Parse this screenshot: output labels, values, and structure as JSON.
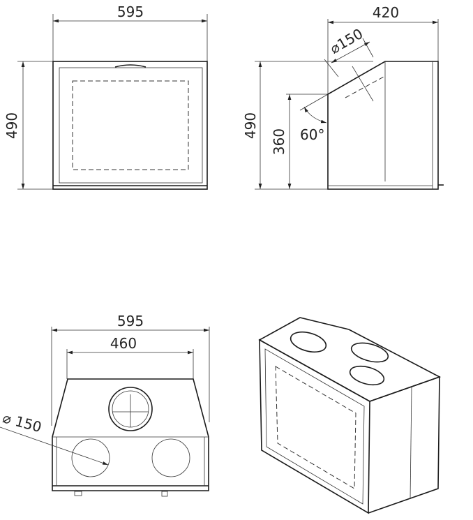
{
  "front_view": {
    "width_label": "595",
    "height_label": "490"
  },
  "side_view": {
    "depth_label": "420",
    "height_label": "490",
    "lower_height_label": "360",
    "angle_label": "60°",
    "diameter_label": "⌀150"
  },
  "top_view": {
    "outer_width_label": "595",
    "inner_width_label": "460",
    "diameter_label": "⌀ 150"
  },
  "colors": {
    "line": "#1a1a1a",
    "background": "#ffffff"
  }
}
